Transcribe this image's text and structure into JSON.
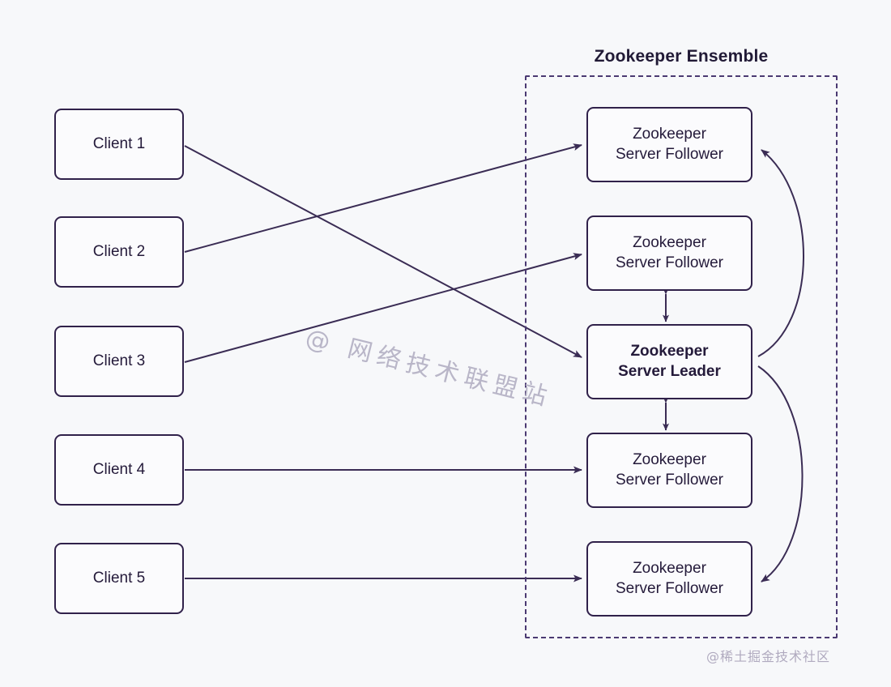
{
  "diagram": {
    "title": "Zookeeper Ensemble",
    "background_color": "#f7f8fa",
    "stroke_color": "#30214a",
    "node_fill": "#fbfbfd",
    "ensemble_border_color": "#4b3a72"
  },
  "clients": [
    {
      "id": "client-1",
      "label": "Client 1"
    },
    {
      "id": "client-2",
      "label": "Client 2"
    },
    {
      "id": "client-3",
      "label": "Client 3"
    },
    {
      "id": "client-4",
      "label": "Client 4"
    },
    {
      "id": "client-5",
      "label": "Client 5"
    }
  ],
  "servers": [
    {
      "id": "server-follower-1",
      "label": "Zookeeper\nServer Follower",
      "role": "follower"
    },
    {
      "id": "server-follower-2",
      "label": "Zookeeper\nServer Follower",
      "role": "follower"
    },
    {
      "id": "server-leader",
      "label": "Zookeeper\nServer Leader",
      "role": "leader"
    },
    {
      "id": "server-follower-3",
      "label": "Zookeeper\nServer Follower",
      "role": "follower"
    },
    {
      "id": "server-follower-4",
      "label": "Zookeeper\nServer Follower",
      "role": "follower"
    }
  ],
  "connections": [
    {
      "from": "client-1",
      "to": "server-leader",
      "style": "straight",
      "arrow": "single"
    },
    {
      "from": "client-2",
      "to": "server-follower-1",
      "style": "straight",
      "arrow": "single"
    },
    {
      "from": "client-3",
      "to": "server-follower-2",
      "style": "straight",
      "arrow": "single"
    },
    {
      "from": "client-4",
      "to": "server-follower-3",
      "style": "straight",
      "arrow": "single"
    },
    {
      "from": "client-5",
      "to": "server-follower-4",
      "style": "straight",
      "arrow": "single"
    },
    {
      "from": "server-follower-2",
      "to": "server-leader",
      "style": "straight",
      "arrow": "double"
    },
    {
      "from": "server-leader",
      "to": "server-follower-3",
      "style": "straight",
      "arrow": "double"
    },
    {
      "from": "server-leader",
      "to": "server-follower-1",
      "style": "curved",
      "arrow": "single"
    },
    {
      "from": "server-leader",
      "to": "server-follower-4",
      "style": "curved",
      "arrow": "single"
    }
  ],
  "watermarks": {
    "center": "@ 网络技术联盟站",
    "corner": "@稀土掘金技术社区"
  }
}
